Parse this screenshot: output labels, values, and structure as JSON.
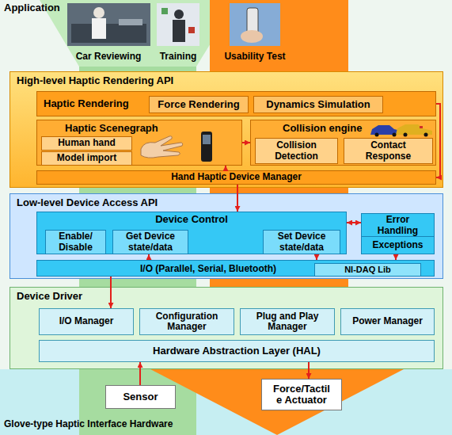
{
  "diagram": {
    "nodes": [
      {
        "text": [
          "Application"
        ]
      },
      {
        "text": [
          "High-level Haptic Rendering API"
        ]
      },
      {
        "text": [
          "Haptic Rendering"
        ],
        "in": 1
      },
      {
        "text": [
          "Force Rendering"
        ],
        "in": 2
      },
      {
        "text": [
          "Dynamics Simulation"
        ],
        "in": 2
      },
      {
        "text": [
          "Haptic Scenegraph"
        ],
        "in": 1
      },
      {
        "text": [
          "Human hand"
        ],
        "in": 5
      },
      {
        "text": [
          "Model import"
        ],
        "in": 5
      },
      {
        "text": [
          "Collision engine"
        ],
        "in": 1
      },
      {
        "text": [
          "Collision Detection"
        ],
        "in": 8
      },
      {
        "text": [
          "Contact Response"
        ],
        "in": 8
      },
      {
        "text": [
          "Hand Haptic Device Manager"
        ],
        "in": 1
      },
      {
        "text": [
          "Low-level Device Access API"
        ]
      },
      {
        "text": [
          "Device Control"
        ],
        "in": 12
      },
      {
        "text": [
          "Enable/ Disable"
        ],
        "in": 13
      },
      {
        "text": [
          "Get Device state/data"
        ],
        "in": 13
      },
      {
        "text": [
          "Set Device state/data"
        ],
        "in": 13
      },
      {
        "text": [
          "Error Handling"
        ],
        "in": 12
      },
      {
        "text": [
          "Exceptions"
        ],
        "in": 12
      },
      {
        "text": [
          "I/O (Parallel, Serial, Bluetooth)"
        ],
        "in": 12
      },
      {
        "text": [
          "NI-DAQ Lib"
        ],
        "in": 19
      },
      {
        "text": [
          "Device Driver"
        ]
      },
      {
        "text": [
          "I/O Manager"
        ],
        "in": 21
      },
      {
        "text": [
          "Configuration Manager"
        ],
        "in": 21
      },
      {
        "text": [
          "Plug and Play Manager"
        ],
        "in": 21
      },
      {
        "text": [
          "Power Manager"
        ],
        "in": 21
      },
      {
        "text": [
          "Hardware Abstraction Layer (HAL)"
        ],
        "in": 21
      },
      {
        "text": [
          "Glove-type Haptic Interface Hardware"
        ]
      },
      {
        "text": [
          "Sensor"
        ],
        "in": 27
      },
      {
        "text": [
          "Force/Tactil e Actuator"
        ],
        "in": 27
      }
    ],
    "edges": [
      {
        "from": 5,
        "to": 8,
        "arrow": "to"
      },
      {
        "from": 11,
        "to": 5,
        "arrow": "to"
      },
      {
        "from": 2,
        "to": 11,
        "arrow": "to"
      },
      {
        "from": 11,
        "to": 13,
        "arrow": "to"
      },
      {
        "from": 19,
        "to": 15,
        "arrow": "to"
      },
      {
        "from": 16,
        "to": 19,
        "arrow": "to"
      },
      {
        "from": 13,
        "to": 17,
        "arrow": "both"
      },
      {
        "from": 18,
        "to": 19,
        "arrow": "to"
      },
      {
        "from": 19,
        "to": 22,
        "arrow": "to"
      },
      {
        "from": 28,
        "to": 26,
        "arrow": "to"
      },
      {
        "from": 26,
        "to": 29,
        "arrow": "to"
      }
    ],
    "labels": [
      "Car Reviewing",
      "Training",
      "Usability Test"
    ]
  }
}
